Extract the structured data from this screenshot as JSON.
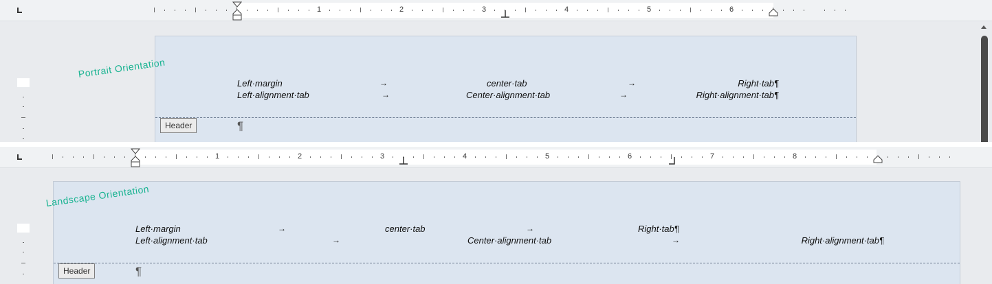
{
  "panes": [
    {
      "orientation_label": "Portrait Orientation",
      "ruler_numbers": [
        "1",
        "2",
        "3",
        "4",
        "5",
        "6"
      ],
      "row1": {
        "left": "Left·margin",
        "center": "center·tab",
        "right": "Right·tab¶",
        "arrow1": "→",
        "arrow2": "→"
      },
      "row2": {
        "left": "Left·alignment·tab",
        "center": "Center·alignment·tab",
        "right": "Right·alignment·tab¶",
        "arrow1": "→",
        "arrow2": "→"
      },
      "header_tag": "Header",
      "empty_paragraph": "¶"
    },
    {
      "orientation_label": "Landscape Orientation",
      "ruler_numbers": [
        "1",
        "2",
        "3",
        "4",
        "5",
        "6",
        "7",
        "8"
      ],
      "row1": {
        "left": "Left·margin",
        "center": "center·tab",
        "right": "Right·tab¶",
        "arrow1": "→",
        "arrow2": "→"
      },
      "row2": {
        "left": "Left·alignment·tab",
        "center": "Center·alignment·tab",
        "right": "Right·alignment·tab¶",
        "arrow1": "→",
        "arrow2": "→"
      },
      "header_tag": "Header",
      "empty_paragraph": "¶"
    }
  ],
  "icons": [
    "tab-selector-icon",
    "first-line-indent-icon",
    "hanging-indent-icon",
    "center-tab-stop-icon",
    "right-tab-stop-icon",
    "right-indent-icon",
    "scroll-up-icon"
  ],
  "colors": {
    "accent_label": "#19b391",
    "page": "#dce5f0",
    "workspace": "#e9ebee"
  }
}
